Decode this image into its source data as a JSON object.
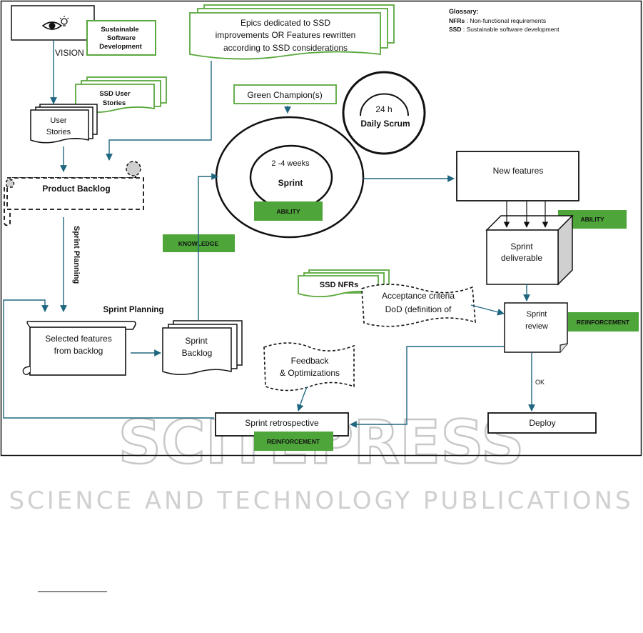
{
  "vision": {
    "label": "VISION",
    "icon": "eye-lightbulb-icon"
  },
  "ssd_box": {
    "line1": "Sustainable",
    "line2": "Software",
    "line3": "Development"
  },
  "epics": {
    "line1": "Epics dedicated to SSD",
    "line2": "improvements OR Features rewritten",
    "line3": "according to SSD considerations"
  },
  "glossary": {
    "title": "Glossary:",
    "entries": [
      {
        "term": "NFRs",
        "definition": " : Non-functional requirements"
      },
      {
        "term": "SSD",
        "definition": " : Sustainable software development"
      }
    ]
  },
  "ssd_user_stories": {
    "line1": "SSD User",
    "line2": "Stories"
  },
  "user_stories": {
    "line1": "User",
    "line2": "Stories"
  },
  "green_champion": "Green Champion(s)",
  "daily_scrum": {
    "time": "24 h",
    "label": "Daily Scrum"
  },
  "product_backlog": "Product Backlog",
  "sprint": {
    "duration": "2 -4 weeks",
    "label": "Sprint"
  },
  "new_features": "New features",
  "badges": {
    "ability_sprint": "ABILITY",
    "ability_deliverable": "ABILITY",
    "knowledge": "KNOWLEDGE",
    "reinforcement_review": "REINFORCEMENT",
    "reinforcement_retro": "REINFORCEMENT"
  },
  "sprint_planning_vertical": "Sprint Planning",
  "sprint_planning_label": "Sprint Planning",
  "sprint_deliverable": {
    "line1": "Sprint",
    "line2": "deliverable"
  },
  "ssd_nfrs": "SSD NFRs",
  "acceptance": {
    "line1": "Acceptance criteria",
    "line2": "DoD (definition of"
  },
  "sprint_review": {
    "line1": "Sprint",
    "line2": "review"
  },
  "selected_features": {
    "line1": "Selected features",
    "line2": "from backlog"
  },
  "sprint_backlog": {
    "line1": "Sprint",
    "line2": "Backlog"
  },
  "feedback": {
    "line1": "Feedback",
    "line2": "& Optimizations"
  },
  "ok_label": "OK",
  "deploy": "Deploy",
  "sprint_retrospective": "Sprint retrospective",
  "watermark": {
    "line1": "SCITEPRESS",
    "line2": "SCIENCE AND TECHNOLOGY PUBLICATIONS"
  },
  "colors": {
    "arrow": "#1f6680",
    "green_border": "#5aa83c",
    "green_fill": "#4ea53a",
    "gray": "#d0d0d0"
  }
}
